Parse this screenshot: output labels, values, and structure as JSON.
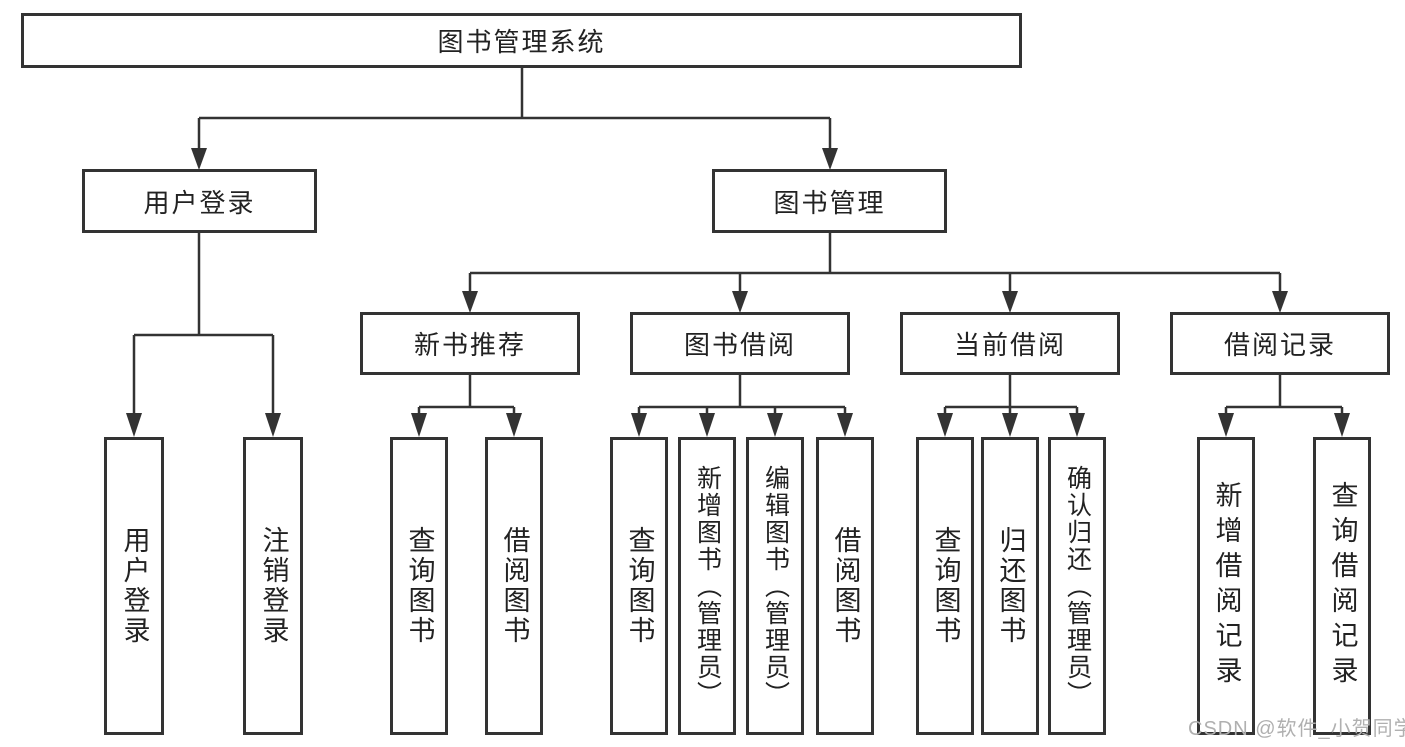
{
  "root": {
    "label": "图书管理系统"
  },
  "level2": {
    "user_login": {
      "label": "用户登录"
    },
    "book_management": {
      "label": "图书管理"
    }
  },
  "level3": {
    "new_book_recommend": {
      "label": "新书推荐"
    },
    "book_borrow": {
      "label": "图书借阅"
    },
    "current_borrow": {
      "label": "当前借阅"
    },
    "borrow_records": {
      "label": "借阅记录"
    }
  },
  "leaves": {
    "user_login": {
      "label": "用户登录"
    },
    "logout": {
      "label": "注销登录"
    },
    "recommend_query_books": {
      "label": "查询图书"
    },
    "recommend_borrow_books": {
      "label": "借阅图书"
    },
    "borrow_query_books": {
      "label": "查询图书"
    },
    "borrow_add_books": {
      "label": "新增图书（管理员）"
    },
    "borrow_edit_books": {
      "label": "编辑图书（管理员）"
    },
    "borrow_borrow_books": {
      "label": "借阅图书"
    },
    "current_query_books": {
      "label": "查询图书"
    },
    "current_return_books": {
      "label": "归还图书"
    },
    "current_confirm_return": {
      "label": "确认归还（管理员）"
    },
    "records_add_record": {
      "label": "新增借阅记录"
    },
    "records_query_record": {
      "label": "查询借阅记录"
    }
  },
  "watermark": {
    "text": "CSDN @软件_小贺同学"
  },
  "colors": {
    "line": "#333333",
    "text": "#222222",
    "watermark": "#b0b0b0",
    "background": "#ffffff"
  }
}
